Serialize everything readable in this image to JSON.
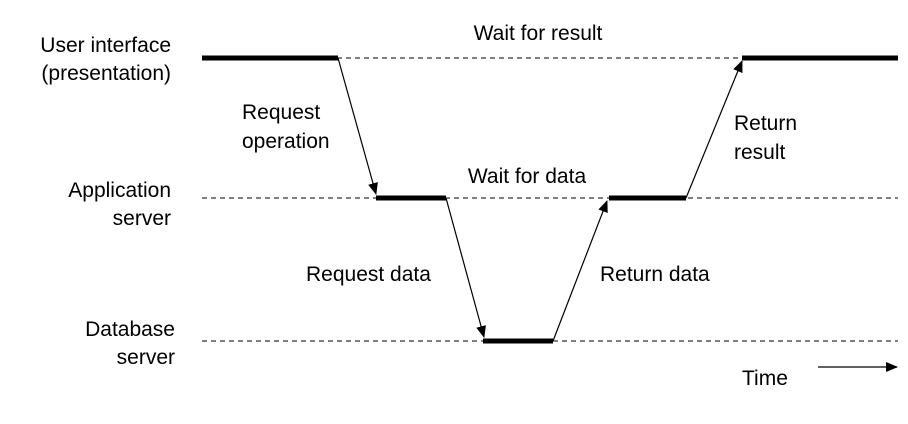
{
  "tiers": {
    "ui": {
      "line1": "User interface",
      "line2": "(presentation)"
    },
    "app": {
      "line1": "Application",
      "line2": "server"
    },
    "db": {
      "line1": "Database",
      "line2": "server"
    }
  },
  "messages": {
    "wait_result": "Wait for result",
    "request_operation_1": "Request",
    "request_operation_2": "operation",
    "wait_data": "Wait for data",
    "return_result_1": "Return",
    "return_result_2": "result",
    "request_data": "Request data",
    "return_data": "Return data"
  },
  "time_axis": {
    "label": "Time"
  }
}
